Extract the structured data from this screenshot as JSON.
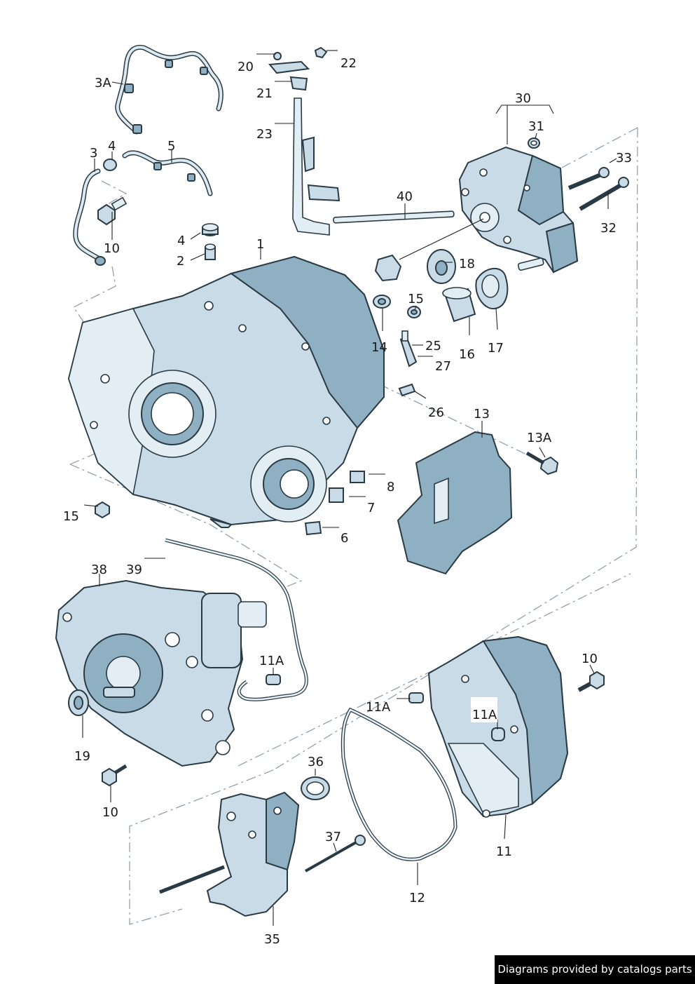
{
  "callouts": {
    "c1": "1",
    "c2": "2",
    "c3": "3",
    "c3a": "3A",
    "c4a": "4",
    "c4b": "4",
    "c5": "5",
    "c6": "6",
    "c7": "7",
    "c8": "8",
    "c10a": "10",
    "c10b": "10",
    "c10c": "10",
    "c11": "11",
    "c11a_a": "11A",
    "c11a_b": "11A",
    "c11a_c": "11A",
    "c12": "12",
    "c13": "13",
    "c13a": "13A",
    "c14": "14",
    "c15a": "15",
    "c15b": "15",
    "c16": "16",
    "c17": "17",
    "c18": "18",
    "c19": "19",
    "c20": "20",
    "c21": "21",
    "c22": "22",
    "c23": "23",
    "c25": "25",
    "c26": "26",
    "c27": "27",
    "c30": "30",
    "c31": "31",
    "c32": "32",
    "c33": "33",
    "c35": "35",
    "c36": "36",
    "c37": "37",
    "c38": "38",
    "c39": "39",
    "c40": "40"
  },
  "footer": {
    "credit": "Diagrams provided by catalogs parts"
  },
  "colors": {
    "part_fill": "#c9dbe6",
    "part_dark": "#8fb0c2",
    "outline": "#2a3a44",
    "dashed_line": "#8a99a6"
  }
}
